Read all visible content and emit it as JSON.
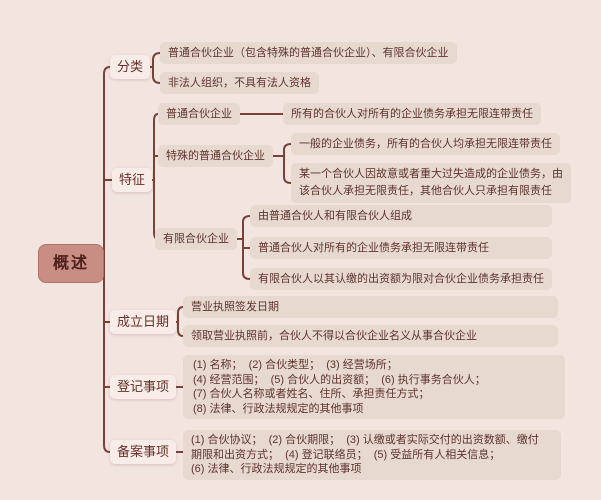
{
  "mindmap": {
    "root": {
      "label": "概述"
    },
    "branches": {
      "classification": {
        "label": "分类",
        "children": [
          "普通合伙企业（包含特殊的普通合伙企业）、有限合伙企业",
          "非法人组织，不具有法人资格"
        ]
      },
      "features": {
        "label": "特征",
        "general_partnership": {
          "label": "普通合伙企业",
          "note": "所有的合伙人对所有的企业债务承担无限连带责任"
        },
        "special_general_partnership": {
          "label": "特殊的普通合伙企业",
          "children": [
            "一般的企业债务，所有的合伙人均承担无限连带责任",
            "某一个合伙人因故意或者重大过失造成的企业债务，由\n该合伙人承担无限责任，其他合伙人只承担有限责任"
          ]
        },
        "limited_partnership": {
          "label": "有限合伙企业",
          "children": [
            "由普通合伙人和有限合伙人组成",
            "普通合伙人对所有的企业债务承担无限连带责任",
            "有限合伙人以其认缴的出资额为限对合伙企业债务承担责任"
          ]
        }
      },
      "establishment_date": {
        "label": "成立日期",
        "children": [
          "营业执照签发日期",
          "领取营业执照前，合伙人不得以合伙企业名义从事合伙企业"
        ]
      },
      "registration_items": {
        "label": "登记事项",
        "content": "(1) 名称；  (2) 合伙类型；  (3) 经营场所；\n(4) 经营范围；  (5) 合伙人的出资额；  (6) 执行事务合伙人；\n(7) 合伙人名称或者姓名、住所、承担责任方式；\n(8) 法律、行政法规规定的其他事项"
      },
      "filing_items": {
        "label": "备案事项",
        "content": "(1) 合伙协议；  (2) 合伙期限；  (3) 认缴或者实际交付的出资数额、缴付\n期限和出资方式；  (4) 登记联络员；  (5) 受益所有人相关信息；\n(6) 法律、行政法规规定的其他事项"
      }
    },
    "colors": {
      "background": "#f2e5e0",
      "root_fill": "#c88e83",
      "root_text": "#4d211c",
      "branch_fill": "#f7ece7",
      "leaf_fill": "#e7d9d0",
      "node_text": "#5d342c",
      "connector": "#7b4036"
    }
  }
}
